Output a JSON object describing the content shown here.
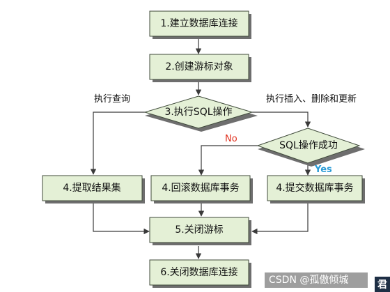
{
  "nodes": {
    "connect": "1.建立数据库连接",
    "cursor": "2.创建游标对象",
    "execute": "3.执行SQL操作",
    "success": "SQL操作成功",
    "fetch": "4.提取结果集",
    "rollback": "4.回滚数据库事务",
    "commit": "4.提交数据库事务",
    "close_cursor": "5.关闭游标",
    "close_conn": "6.关闭数据库连接"
  },
  "edges": {
    "query": "执行查询",
    "modify": "执行插入、删除和更新",
    "no": "No",
    "yes": "Yes"
  },
  "watermark": "CSDN @孤傲倾城",
  "corner_glyph": "君",
  "colors": {
    "box_fill": "#e4f0d6",
    "no": "#e0301e",
    "yes": "#2a9bd6"
  }
}
